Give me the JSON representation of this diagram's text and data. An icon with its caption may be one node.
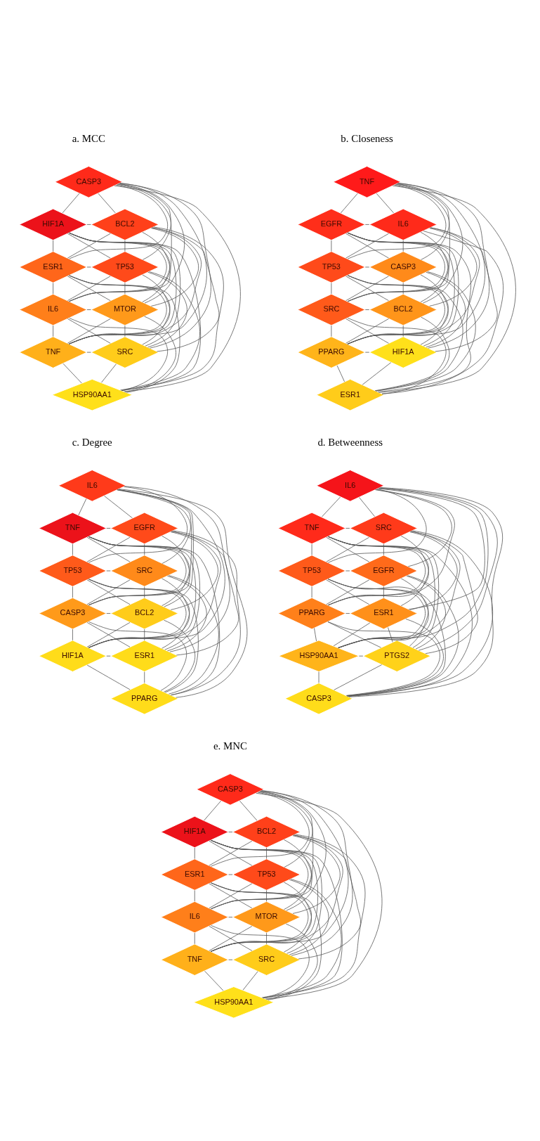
{
  "diagram": {
    "nodes": [
      {
        "text": [
          "CASP3"
        ]
      },
      {
        "text": [
          "HIF1A"
        ]
      },
      {
        "text": [
          "BCL2"
        ]
      },
      {
        "text": [
          "ESR1"
        ]
      },
      {
        "text": [
          "TP53"
        ]
      },
      {
        "text": [
          "IL6"
        ]
      },
      {
        "text": [
          "MTOR"
        ]
      },
      {
        "text": [
          "TNF"
        ]
      },
      {
        "text": [
          "SRC"
        ]
      },
      {
        "text": [
          "HSP90AA1"
        ]
      },
      {
        "text": [
          "TNF"
        ]
      },
      {
        "text": [
          "EGFR"
        ]
      },
      {
        "text": [
          "IL6"
        ]
      },
      {
        "text": [
          "TP53"
        ]
      },
      {
        "text": [
          "CASP3"
        ]
      },
      {
        "text": [
          "SRC"
        ]
      },
      {
        "text": [
          "BCL2"
        ]
      },
      {
        "text": [
          "PPARG"
        ]
      },
      {
        "text": [
          "HIF1A"
        ]
      },
      {
        "text": [
          "ESR1"
        ]
      },
      {
        "text": [
          "IL6"
        ]
      },
      {
        "text": [
          "TNF"
        ]
      },
      {
        "text": [
          "EGFR"
        ]
      },
      {
        "text": [
          "TP53"
        ]
      },
      {
        "text": [
          "SRC"
        ]
      },
      {
        "text": [
          "CASP3"
        ]
      },
      {
        "text": [
          "BCL2"
        ]
      },
      {
        "text": [
          "HIF1A"
        ]
      },
      {
        "text": [
          "ESR1"
        ]
      },
      {
        "text": [
          "PPARG"
        ]
      },
      {
        "text": [
          "IL6"
        ]
      },
      {
        "text": [
          "TNF"
        ]
      },
      {
        "text": [
          "SRC"
        ]
      },
      {
        "text": [
          "TP53"
        ]
      },
      {
        "text": [
          "EGFR"
        ]
      },
      {
        "text": [
          "PPARG"
        ]
      },
      {
        "text": [
          "ESR1"
        ]
      },
      {
        "text": [
          "HSP90AA1"
        ]
      },
      {
        "text": [
          "PTGS2"
        ]
      },
      {
        "text": [
          "CASP3"
        ]
      },
      {
        "text": [
          "CASP3"
        ]
      },
      {
        "text": [
          "HIF1A"
        ]
      },
      {
        "text": [
          "BCL2"
        ]
      },
      {
        "text": [
          "ESR1"
        ]
      },
      {
        "text": [
          "TP53"
        ]
      },
      {
        "text": [
          "IL6"
        ]
      },
      {
        "text": [
          "MTOR"
        ]
      },
      {
        "text": [
          "TNF"
        ]
      },
      {
        "text": [
          "SRC"
        ]
      },
      {
        "text": [
          "HSP90AA1"
        ]
      }
    ],
    "edges": [
      {
        "from": 0,
        "to": 1,
        "arrow": "none"
      },
      {
        "from": 0,
        "to": 2,
        "arrow": "none"
      },
      {
        "from": 0,
        "to": 3,
        "arrow": "none"
      },
      {
        "from": 0,
        "to": 4,
        "arrow": "none"
      },
      {
        "from": 0,
        "to": 5,
        "arrow": "none"
      },
      {
        "from": 0,
        "to": 6,
        "arrow": "none"
      },
      {
        "from": 0,
        "to": 7,
        "arrow": "none"
      },
      {
        "from": 0,
        "to": 8,
        "arrow": "none"
      },
      {
        "from": 0,
        "to": 9,
        "arrow": "none"
      },
      {
        "from": 1,
        "to": 2,
        "arrow": "none"
      },
      {
        "from": 1,
        "to": 3,
        "arrow": "none"
      },
      {
        "from": 1,
        "to": 4,
        "arrow": "none"
      },
      {
        "from": 1,
        "to": 5,
        "arrow": "none"
      },
      {
        "from": 1,
        "to": 6,
        "arrow": "none"
      },
      {
        "from": 1,
        "to": 7,
        "arrow": "none"
      },
      {
        "from": 1,
        "to": 8,
        "arrow": "none"
      },
      {
        "from": 1,
        "to": 9,
        "arrow": "none"
      },
      {
        "from": 2,
        "to": 3,
        "arrow": "none"
      },
      {
        "from": 2,
        "to": 4,
        "arrow": "none"
      },
      {
        "from": 2,
        "to": 5,
        "arrow": "none"
      },
      {
        "from": 2,
        "to": 6,
        "arrow": "none"
      },
      {
        "from": 2,
        "to": 7,
        "arrow": "none"
      },
      {
        "from": 2,
        "to": 8,
        "arrow": "none"
      },
      {
        "from": 2,
        "to": 9,
        "arrow": "none"
      },
      {
        "from": 3,
        "to": 4,
        "arrow": "none"
      },
      {
        "from": 3,
        "to": 5,
        "arrow": "none"
      },
      {
        "from": 3,
        "to": 6,
        "arrow": "none"
      },
      {
        "from": 3,
        "to": 7,
        "arrow": "none"
      },
      {
        "from": 3,
        "to": 8,
        "arrow": "none"
      },
      {
        "from": 3,
        "to": 9,
        "arrow": "none"
      },
      {
        "from": 4,
        "to": 5,
        "arrow": "none"
      },
      {
        "from": 4,
        "to": 6,
        "arrow": "none"
      },
      {
        "from": 4,
        "to": 7,
        "arrow": "none"
      },
      {
        "from": 4,
        "to": 8,
        "arrow": "none"
      },
      {
        "from": 4,
        "to": 9,
        "arrow": "none"
      },
      {
        "from": 5,
        "to": 6,
        "arrow": "none"
      },
      {
        "from": 5,
        "to": 7,
        "arrow": "none"
      },
      {
        "from": 5,
        "to": 8,
        "arrow": "none"
      },
      {
        "from": 5,
        "to": 9,
        "arrow": "none"
      },
      {
        "from": 6,
        "to": 7,
        "arrow": "none"
      },
      {
        "from": 6,
        "to": 8,
        "arrow": "none"
      },
      {
        "from": 6,
        "to": 9,
        "arrow": "none"
      },
      {
        "from": 7,
        "to": 8,
        "arrow": "none"
      },
      {
        "from": 7,
        "to": 9,
        "arrow": "none"
      },
      {
        "from": 8,
        "to": 9,
        "arrow": "none"
      },
      {
        "from": 10,
        "to": 11,
        "arrow": "none"
      },
      {
        "from": 10,
        "to": 12,
        "arrow": "none"
      },
      {
        "from": 10,
        "to": 13,
        "arrow": "none"
      },
      {
        "from": 10,
        "to": 14,
        "arrow": "none"
      },
      {
        "from": 10,
        "to": 15,
        "arrow": "none"
      },
      {
        "from": 10,
        "to": 16,
        "arrow": "none"
      },
      {
        "from": 10,
        "to": 17,
        "arrow": "none"
      },
      {
        "from": 10,
        "to": 18,
        "arrow": "none"
      },
      {
        "from": 10,
        "to": 19,
        "arrow": "none"
      },
      {
        "from": 11,
        "to": 12,
        "arrow": "none"
      },
      {
        "from": 11,
        "to": 13,
        "arrow": "none"
      },
      {
        "from": 11,
        "to": 14,
        "arrow": "none"
      },
      {
        "from": 11,
        "to": 15,
        "arrow": "none"
      },
      {
        "from": 11,
        "to": 16,
        "arrow": "none"
      },
      {
        "from": 11,
        "to": 17,
        "arrow": "none"
      },
      {
        "from": 11,
        "to": 18,
        "arrow": "none"
      },
      {
        "from": 11,
        "to": 19,
        "arrow": "none"
      },
      {
        "from": 12,
        "to": 13,
        "arrow": "none"
      },
      {
        "from": 12,
        "to": 14,
        "arrow": "none"
      },
      {
        "from": 12,
        "to": 15,
        "arrow": "none"
      },
      {
        "from": 12,
        "to": 16,
        "arrow": "none"
      },
      {
        "from": 12,
        "to": 17,
        "arrow": "none"
      },
      {
        "from": 12,
        "to": 18,
        "arrow": "none"
      },
      {
        "from": 12,
        "to": 19,
        "arrow": "none"
      },
      {
        "from": 13,
        "to": 14,
        "arrow": "none"
      },
      {
        "from": 13,
        "to": 15,
        "arrow": "none"
      },
      {
        "from": 13,
        "to": 16,
        "arrow": "none"
      },
      {
        "from": 13,
        "to": 17,
        "arrow": "none"
      },
      {
        "from": 13,
        "to": 18,
        "arrow": "none"
      },
      {
        "from": 13,
        "to": 19,
        "arrow": "none"
      },
      {
        "from": 14,
        "to": 15,
        "arrow": "none"
      },
      {
        "from": 14,
        "to": 16,
        "arrow": "none"
      },
      {
        "from": 14,
        "to": 17,
        "arrow": "none"
      },
      {
        "from": 14,
        "to": 18,
        "arrow": "none"
      },
      {
        "from": 14,
        "to": 19,
        "arrow": "none"
      },
      {
        "from": 15,
        "to": 16,
        "arrow": "none"
      },
      {
        "from": 15,
        "to": 17,
        "arrow": "none"
      },
      {
        "from": 15,
        "to": 18,
        "arrow": "none"
      },
      {
        "from": 15,
        "to": 19,
        "arrow": "none"
      },
      {
        "from": 16,
        "to": 17,
        "arrow": "none"
      },
      {
        "from": 16,
        "to": 18,
        "arrow": "none"
      },
      {
        "from": 16,
        "to": 19,
        "arrow": "none"
      },
      {
        "from": 17,
        "to": 18,
        "arrow": "none"
      },
      {
        "from": 17,
        "to": 19,
        "arrow": "none"
      },
      {
        "from": 18,
        "to": 19,
        "arrow": "none"
      },
      {
        "from": 20,
        "to": 21,
        "arrow": "none"
      },
      {
        "from": 20,
        "to": 22,
        "arrow": "none"
      },
      {
        "from": 20,
        "to": 23,
        "arrow": "none"
      },
      {
        "from": 20,
        "to": 24,
        "arrow": "none"
      },
      {
        "from": 20,
        "to": 25,
        "arrow": "none"
      },
      {
        "from": 20,
        "to": 26,
        "arrow": "none"
      },
      {
        "from": 20,
        "to": 27,
        "arrow": "none"
      },
      {
        "from": 20,
        "to": 28,
        "arrow": "none"
      },
      {
        "from": 20,
        "to": 29,
        "arrow": "none"
      },
      {
        "from": 21,
        "to": 22,
        "arrow": "none"
      },
      {
        "from": 21,
        "to": 23,
        "arrow": "none"
      },
      {
        "from": 21,
        "to": 24,
        "arrow": "none"
      },
      {
        "from": 21,
        "to": 25,
        "arrow": "none"
      },
      {
        "from": 21,
        "to": 26,
        "arrow": "none"
      },
      {
        "from": 21,
        "to": 27,
        "arrow": "none"
      },
      {
        "from": 21,
        "to": 28,
        "arrow": "none"
      },
      {
        "from": 21,
        "to": 29,
        "arrow": "none"
      },
      {
        "from": 22,
        "to": 23,
        "arrow": "none"
      },
      {
        "from": 22,
        "to": 24,
        "arrow": "none"
      },
      {
        "from": 22,
        "to": 25,
        "arrow": "none"
      },
      {
        "from": 22,
        "to": 26,
        "arrow": "none"
      },
      {
        "from": 22,
        "to": 27,
        "arrow": "none"
      },
      {
        "from": 22,
        "to": 28,
        "arrow": "none"
      },
      {
        "from": 22,
        "to": 29,
        "arrow": "none"
      },
      {
        "from": 23,
        "to": 24,
        "arrow": "none"
      },
      {
        "from": 23,
        "to": 25,
        "arrow": "none"
      },
      {
        "from": 23,
        "to": 26,
        "arrow": "none"
      },
      {
        "from": 23,
        "to": 27,
        "arrow": "none"
      },
      {
        "from": 23,
        "to": 28,
        "arrow": "none"
      },
      {
        "from": 23,
        "to": 29,
        "arrow": "none"
      },
      {
        "from": 24,
        "to": 25,
        "arrow": "none"
      },
      {
        "from": 24,
        "to": 26,
        "arrow": "none"
      },
      {
        "from": 24,
        "to": 27,
        "arrow": "none"
      },
      {
        "from": 24,
        "to": 28,
        "arrow": "none"
      },
      {
        "from": 24,
        "to": 29,
        "arrow": "none"
      },
      {
        "from": 25,
        "to": 26,
        "arrow": "none"
      },
      {
        "from": 25,
        "to": 27,
        "arrow": "none"
      },
      {
        "from": 25,
        "to": 28,
        "arrow": "none"
      },
      {
        "from": 25,
        "to": 29,
        "arrow": "none"
      },
      {
        "from": 26,
        "to": 27,
        "arrow": "none"
      },
      {
        "from": 26,
        "to": 28,
        "arrow": "none"
      },
      {
        "from": 26,
        "to": 29,
        "arrow": "none"
      },
      {
        "from": 27,
        "to": 28,
        "arrow": "none"
      },
      {
        "from": 27,
        "to": 29,
        "arrow": "none"
      },
      {
        "from": 28,
        "to": 29,
        "arrow": "none"
      },
      {
        "from": 30,
        "to": 31,
        "arrow": "none"
      },
      {
        "from": 30,
        "to": 32,
        "arrow": "none"
      },
      {
        "from": 30,
        "to": 33,
        "arrow": "none"
      },
      {
        "from": 30,
        "to": 34,
        "arrow": "none"
      },
      {
        "from": 30,
        "to": 35,
        "arrow": "none"
      },
      {
        "from": 30,
        "to": 36,
        "arrow": "none"
      },
      {
        "from": 30,
        "to": 37,
        "arrow": "none"
      },
      {
        "from": 30,
        "to": 38,
        "arrow": "none"
      },
      {
        "from": 30,
        "to": 39,
        "arrow": "none"
      },
      {
        "from": 31,
        "to": 32,
        "arrow": "none"
      },
      {
        "from": 31,
        "to": 33,
        "arrow": "none"
      },
      {
        "from": 31,
        "to": 34,
        "arrow": "none"
      },
      {
        "from": 31,
        "to": 35,
        "arrow": "none"
      },
      {
        "from": 31,
        "to": 36,
        "arrow": "none"
      },
      {
        "from": 31,
        "to": 37,
        "arrow": "none"
      },
      {
        "from": 31,
        "to": 38,
        "arrow": "none"
      },
      {
        "from": 31,
        "to": 39,
        "arrow": "none"
      },
      {
        "from": 32,
        "to": 33,
        "arrow": "none"
      },
      {
        "from": 32,
        "to": 34,
        "arrow": "none"
      },
      {
        "from": 32,
        "to": 35,
        "arrow": "none"
      },
      {
        "from": 32,
        "to": 36,
        "arrow": "none"
      },
      {
        "from": 32,
        "to": 37,
        "arrow": "none"
      },
      {
        "from": 32,
        "to": 38,
        "arrow": "none"
      },
      {
        "from": 32,
        "to": 39,
        "arrow": "none"
      },
      {
        "from": 33,
        "to": 34,
        "arrow": "none"
      },
      {
        "from": 33,
        "to": 35,
        "arrow": "none"
      },
      {
        "from": 33,
        "to": 36,
        "arrow": "none"
      },
      {
        "from": 33,
        "to": 37,
        "arrow": "none"
      },
      {
        "from": 33,
        "to": 38,
        "arrow": "none"
      },
      {
        "from": 33,
        "to": 39,
        "arrow": "none"
      },
      {
        "from": 34,
        "to": 35,
        "arrow": "none"
      },
      {
        "from": 34,
        "to": 36,
        "arrow": "none"
      },
      {
        "from": 34,
        "to": 37,
        "arrow": "none"
      },
      {
        "from": 34,
        "to": 38,
        "arrow": "none"
      },
      {
        "from": 34,
        "to": 39,
        "arrow": "none"
      },
      {
        "from": 35,
        "to": 36,
        "arrow": "none"
      },
      {
        "from": 35,
        "to": 37,
        "arrow": "none"
      },
      {
        "from": 35,
        "to": 38,
        "arrow": "none"
      },
      {
        "from": 35,
        "to": 39,
        "arrow": "none"
      },
      {
        "from": 36,
        "to": 37,
        "arrow": "none"
      },
      {
        "from": 36,
        "to": 38,
        "arrow": "none"
      },
      {
        "from": 36,
        "to": 39,
        "arrow": "none"
      },
      {
        "from": 37,
        "to": 38,
        "arrow": "none"
      },
      {
        "from": 37,
        "to": 39,
        "arrow": "none"
      },
      {
        "from": 38,
        "to": 39,
        "arrow": "none"
      },
      {
        "from": 40,
        "to": 41,
        "arrow": "none"
      },
      {
        "from": 40,
        "to": 42,
        "arrow": "none"
      },
      {
        "from": 40,
        "to": 43,
        "arrow": "none"
      },
      {
        "from": 40,
        "to": 44,
        "arrow": "none"
      },
      {
        "from": 40,
        "to": 45,
        "arrow": "none"
      },
      {
        "from": 40,
        "to": 46,
        "arrow": "none"
      },
      {
        "from": 40,
        "to": 47,
        "arrow": "none"
      },
      {
        "from": 40,
        "to": 48,
        "arrow": "none"
      },
      {
        "from": 40,
        "to": 49,
        "arrow": "none"
      },
      {
        "from": 41,
        "to": 42,
        "arrow": "none"
      },
      {
        "from": 41,
        "to": 43,
        "arrow": "none"
      },
      {
        "from": 41,
        "to": 44,
        "arrow": "none"
      },
      {
        "from": 41,
        "to": 45,
        "arrow": "none"
      },
      {
        "from": 41,
        "to": 46,
        "arrow": "none"
      },
      {
        "from": 41,
        "to": 47,
        "arrow": "none"
      },
      {
        "from": 41,
        "to": 48,
        "arrow": "none"
      },
      {
        "from": 41,
        "to": 49,
        "arrow": "none"
      },
      {
        "from": 42,
        "to": 43,
        "arrow": "none"
      },
      {
        "from": 42,
        "to": 44,
        "arrow": "none"
      },
      {
        "from": 42,
        "to": 45,
        "arrow": "none"
      },
      {
        "from": 42,
        "to": 46,
        "arrow": "none"
      },
      {
        "from": 42,
        "to": 47,
        "arrow": "none"
      },
      {
        "from": 42,
        "to": 48,
        "arrow": "none"
      },
      {
        "from": 42,
        "to": 49,
        "arrow": "none"
      },
      {
        "from": 43,
        "to": 44,
        "arrow": "none"
      },
      {
        "from": 43,
        "to": 45,
        "arrow": "none"
      },
      {
        "from": 43,
        "to": 46,
        "arrow": "none"
      },
      {
        "from": 43,
        "to": 47,
        "arrow": "none"
      },
      {
        "from": 43,
        "to": 48,
        "arrow": "none"
      },
      {
        "from": 43,
        "to": 49,
        "arrow": "none"
      },
      {
        "from": 44,
        "to": 45,
        "arrow": "none"
      },
      {
        "from": 44,
        "to": 46,
        "arrow": "none"
      },
      {
        "from": 44,
        "to": 47,
        "arrow": "none"
      },
      {
        "from": 44,
        "to": 48,
        "arrow": "none"
      },
      {
        "from": 44,
        "to": 49,
        "arrow": "none"
      },
      {
        "from": 45,
        "to": 46,
        "arrow": "none"
      },
      {
        "from": 45,
        "to": 47,
        "arrow": "none"
      },
      {
        "from": 45,
        "to": 48,
        "arrow": "none"
      },
      {
        "from": 45,
        "to": 49,
        "arrow": "none"
      },
      {
        "from": 46,
        "to": 47,
        "arrow": "none"
      },
      {
        "from": 46,
        "to": 48,
        "arrow": "none"
      },
      {
        "from": 46,
        "to": 49,
        "arrow": "none"
      },
      {
        "from": 47,
        "to": 48,
        "arrow": "none"
      },
      {
        "from": 47,
        "to": 49,
        "arrow": "none"
      },
      {
        "from": 48,
        "to": 49,
        "arrow": "none"
      }
    ],
    "labels": [
      "a. MCC",
      "b. Closeness",
      "c. Degree",
      "d. Betweenness",
      "e. MNC"
    ]
  }
}
